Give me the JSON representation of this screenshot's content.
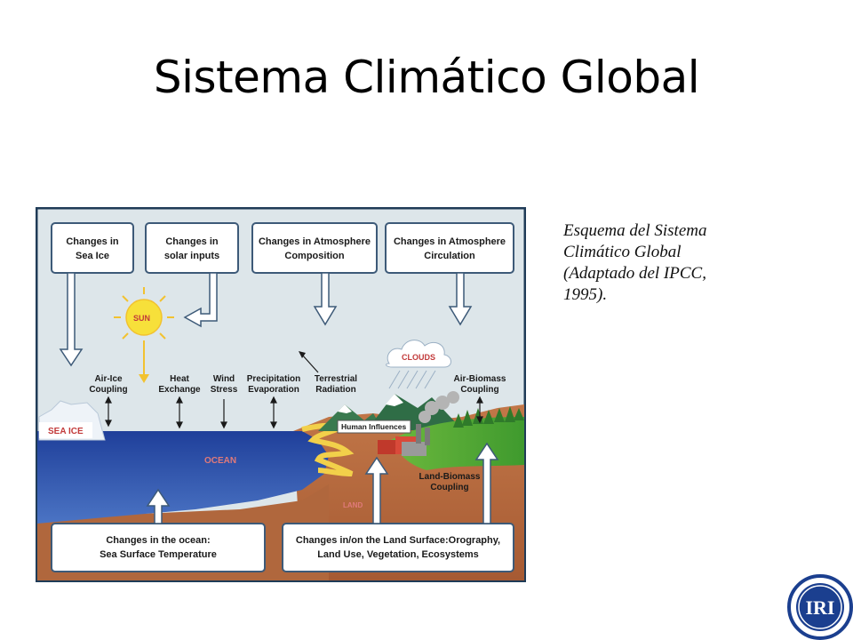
{
  "slide": {
    "title": "Sistema Climático Global",
    "caption": "Esquema del Sistema Climático Global (Adaptado del IPCC, 1995)."
  },
  "diagram": {
    "top_boxes": [
      {
        "line1": "Changes in",
        "line2": "Sea Ice"
      },
      {
        "line1": "Changes in",
        "line2": "solar inputs"
      },
      {
        "line1": "Changes in Atmosphere",
        "line2": "Composition"
      },
      {
        "line1": "Changes in Atmosphere",
        "line2": "Circulation"
      }
    ],
    "bottom_boxes": [
      {
        "line1": "Changes in the ocean:",
        "line2": "Sea Surface Temperature"
      },
      {
        "line1": "Changes in/on the Land Surface:Orography,",
        "line2": "Land Use, Vegetation, Ecosystems"
      }
    ],
    "labels": {
      "sun": "SUN",
      "clouds": "CLOUDS",
      "sea_ice": "SEA ICE",
      "ocean": "OCEAN",
      "land": "LAND",
      "human_influences": "Human Influences",
      "air_ice_1": "Air-Ice",
      "air_ice_2": "Coupling",
      "heat_1": "Heat",
      "heat_2": "Exchange",
      "wind_1": "Wind",
      "wind_2": "Stress",
      "precip_1": "Precipitation",
      "precip_2": "Evaporation",
      "terr_1": "Terrestrial",
      "terr_2": "Radiation",
      "air_bio_1": "Air-Biomass",
      "air_bio_2": "Coupling",
      "land_bio_1": "Land-Biomass",
      "land_bio_2": "Coupling"
    }
  },
  "logo": {
    "text": "IRI"
  },
  "colors": {
    "sky": "#dde6ea",
    "ocean": "#2b4ea8",
    "land": "#b0673d",
    "frame": "#1f3b57",
    "sun": "#f7e03a",
    "logo_blue": "#1b3f8f"
  }
}
